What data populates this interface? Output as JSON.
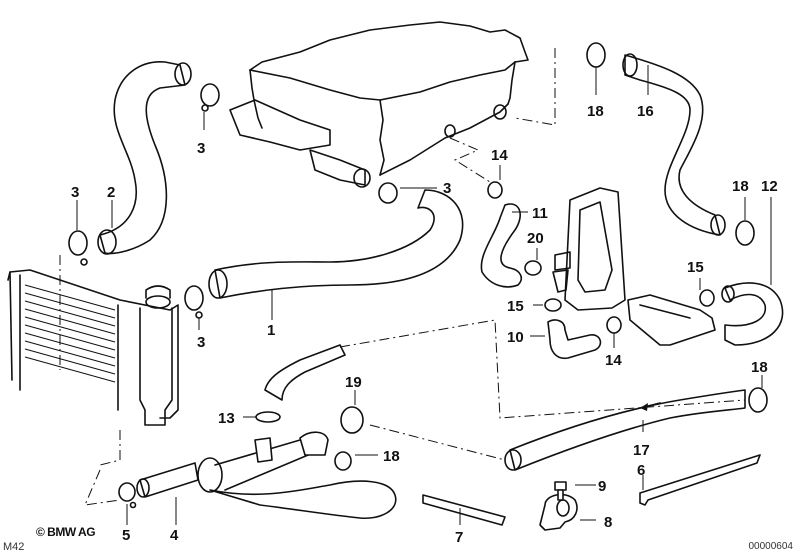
{
  "diagram": {
    "title": "Cooling system water hoses",
    "model_code": "M42",
    "copyright": "© BMW AG",
    "document_number": "00000604",
    "callouts": [
      {
        "id": "1",
        "label": "1"
      },
      {
        "id": "2",
        "label": "2"
      },
      {
        "id": "3a",
        "label": "3"
      },
      {
        "id": "3b",
        "label": "3"
      },
      {
        "id": "3c",
        "label": "3"
      },
      {
        "id": "3d",
        "label": "3"
      },
      {
        "id": "4",
        "label": "4"
      },
      {
        "id": "5",
        "label": "5"
      },
      {
        "id": "6",
        "label": "6"
      },
      {
        "id": "7",
        "label": "7"
      },
      {
        "id": "8",
        "label": "8"
      },
      {
        "id": "9",
        "label": "9"
      },
      {
        "id": "10",
        "label": "10"
      },
      {
        "id": "11",
        "label": "11"
      },
      {
        "id": "12",
        "label": "12"
      },
      {
        "id": "13",
        "label": "13"
      },
      {
        "id": "14a",
        "label": "14"
      },
      {
        "id": "14b",
        "label": "14"
      },
      {
        "id": "15a",
        "label": "15"
      },
      {
        "id": "15b",
        "label": "15"
      },
      {
        "id": "16",
        "label": "16"
      },
      {
        "id": "17",
        "label": "17"
      },
      {
        "id": "18a",
        "label": "18"
      },
      {
        "id": "18b",
        "label": "18"
      },
      {
        "id": "18c",
        "label": "18"
      },
      {
        "id": "18d",
        "label": "18"
      },
      {
        "id": "19",
        "label": "19"
      },
      {
        "id": "20",
        "label": "20"
      }
    ]
  }
}
